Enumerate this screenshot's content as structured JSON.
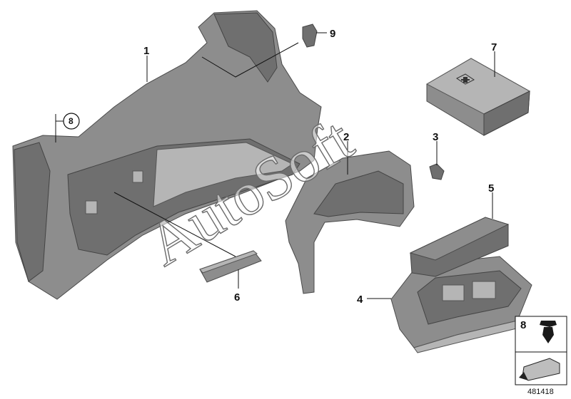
{
  "callouts": {
    "c1": "1",
    "c2": "2",
    "c3": "3",
    "c4": "4",
    "c5": "5",
    "c6": "6",
    "c7": "7",
    "c8_circled": "8",
    "c9": "9",
    "legend_8": "8"
  },
  "watermark": "AutoSoft",
  "document_number": "481418",
  "colors": {
    "part": "#8d8d8d",
    "outline": "#4a4a4a",
    "text": "#111111"
  }
}
